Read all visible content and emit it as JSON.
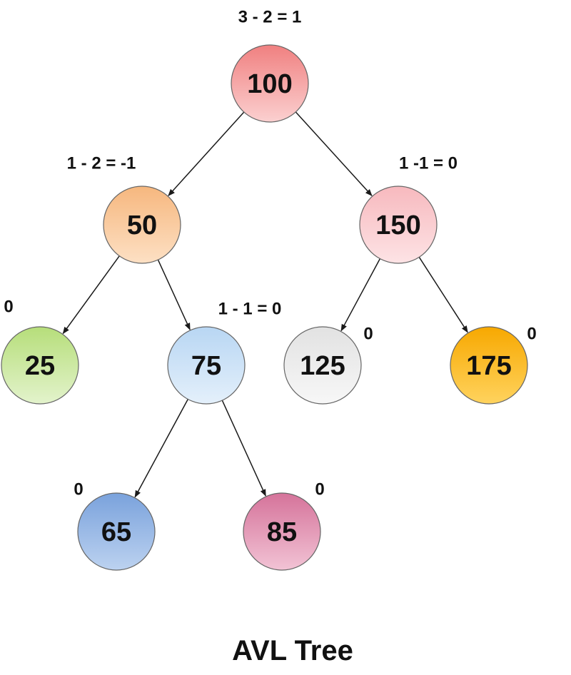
{
  "caption": "AVL Tree",
  "nodes": [
    {
      "key": "n100",
      "label": "100",
      "balance": "3 - 2 = 1",
      "color": "#f08080",
      "color_light": "#fbd0d0"
    },
    {
      "key": "n50",
      "label": "50",
      "balance": "1 - 2 = -1",
      "color": "#f6b77e",
      "color_light": "#fde0c4"
    },
    {
      "key": "n150",
      "label": "150",
      "balance": "1 -1 = 0",
      "color": "#f7b9be",
      "color_light": "#fde3e5"
    },
    {
      "key": "n25",
      "label": "25",
      "balance": "0",
      "color": "#b6de7a",
      "color_light": "#e3f3cc"
    },
    {
      "key": "n75",
      "label": "75",
      "balance": "1 - 1 = 0",
      "color": "#b8d6f3",
      "color_light": "#e4f0fb"
    },
    {
      "key": "n125",
      "label": "125",
      "balance": "0",
      "color": "#e2e2e2",
      "color_light": "#f7f7f7"
    },
    {
      "key": "n175",
      "label": "175",
      "balance": "0",
      "color": "#f7a800",
      "color_light": "#ffd35e"
    },
    {
      "key": "n65",
      "label": "65",
      "balance": "0",
      "color": "#7aa2dc",
      "color_light": "#bcd2f0"
    },
    {
      "key": "n85",
      "label": "85",
      "balance": "0",
      "color": "#d5739a",
      "color_light": "#f2c3d5"
    }
  ],
  "edges": [
    {
      "from": "n100",
      "to": "n50"
    },
    {
      "from": "n100",
      "to": "n150"
    },
    {
      "from": "n50",
      "to": "n25"
    },
    {
      "from": "n50",
      "to": "n75"
    },
    {
      "from": "n150",
      "to": "n125"
    },
    {
      "from": "n150",
      "to": "n175"
    },
    {
      "from": "n75",
      "to": "n65"
    },
    {
      "from": "n75",
      "to": "n85"
    }
  ]
}
